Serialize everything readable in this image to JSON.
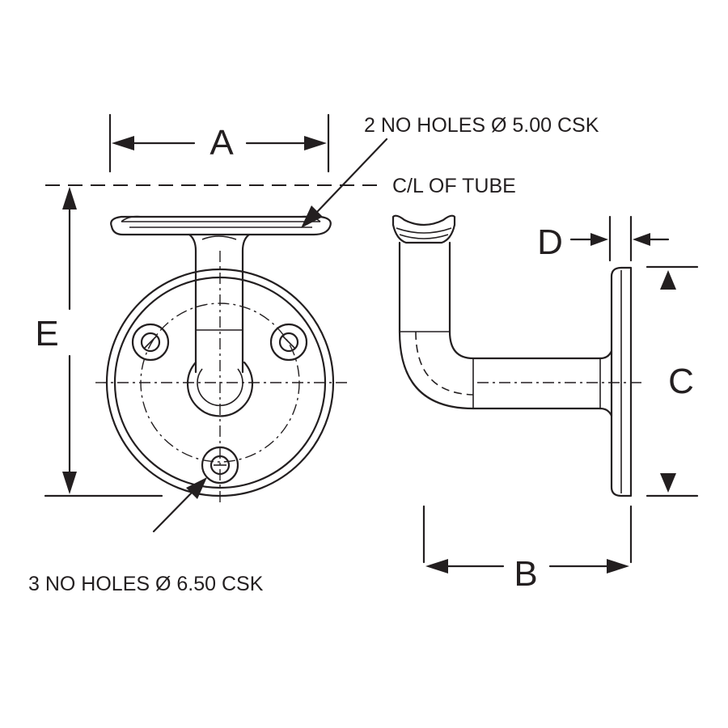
{
  "dimensions": {
    "a": "A",
    "b": "B",
    "c": "C",
    "d": "D",
    "e": "E"
  },
  "notes": {
    "top_holes": "2 NO HOLES Ø 5.00 CSK",
    "centerline": "C/L OF TUBE",
    "base_holes": "3 NO HOLES Ø 6.50 CSK"
  },
  "colors": {
    "ink": "#231f20",
    "background": "#ffffff"
  }
}
